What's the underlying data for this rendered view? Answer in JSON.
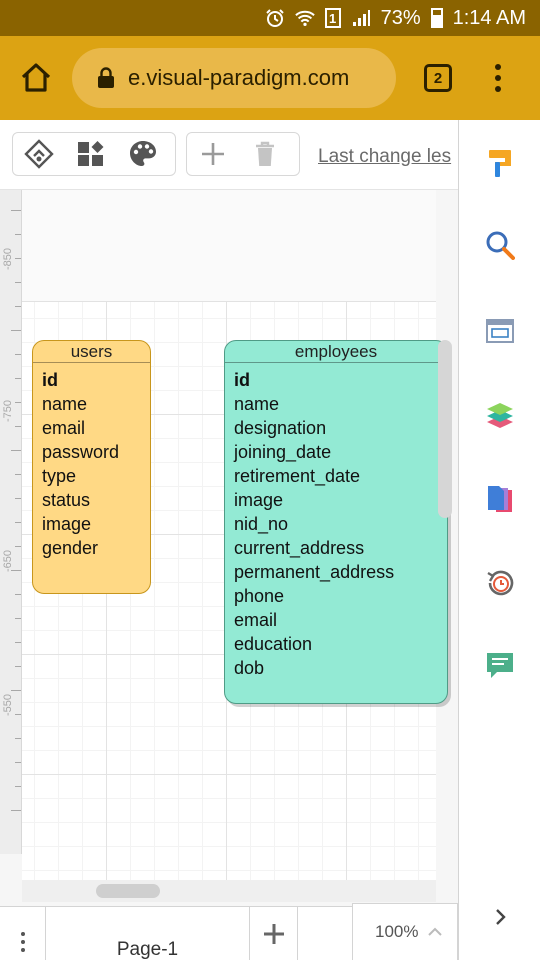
{
  "status_bar": {
    "battery": "73%",
    "time": "1:14 AM",
    "sim": "1",
    "icons": [
      "alarm-icon",
      "wifi-icon",
      "sim-icon",
      "signal-icon",
      "battery-icon"
    ]
  },
  "browser": {
    "url": "e.visual-paradigm.com",
    "tab_count": "2",
    "icons": [
      "home-icon",
      "lock-icon",
      "more-vert-icon"
    ]
  },
  "toolbar": {
    "tools": [
      "diagram-nav-icon",
      "shapes-icon",
      "palette-icon",
      "add-icon",
      "delete-icon"
    ],
    "last_change": "Last change les"
  },
  "right_panel": {
    "icons": [
      "format-painter-icon",
      "search-icon",
      "window-icon",
      "layers-icon",
      "pages-icon",
      "history-icon",
      "comment-icon",
      "chevron-right-icon"
    ]
  },
  "ruler": {
    "labels": [
      "-850",
      "-750",
      "-650",
      "-550"
    ]
  },
  "diagram": {
    "entities": [
      {
        "name": "users",
        "color": "#ffd985",
        "fields": [
          "id",
          "name",
          "email",
          "password",
          "type",
          "status",
          "image",
          "gender"
        ]
      },
      {
        "name": "employees",
        "color": "#93ead4",
        "fields": [
          "id",
          "name",
          "designation",
          "joining_date",
          "retirement_date",
          "image",
          "nid_no",
          "current_address",
          "permanent_address",
          "phone",
          "email",
          "education",
          "dob"
        ]
      }
    ]
  },
  "bottom_bar": {
    "page_label": "Page-1",
    "zoom": "100%"
  },
  "colors": {
    "status_bar": "#8a6300",
    "browser_bar": "#dca313",
    "url_pill": "#e9b849"
  }
}
